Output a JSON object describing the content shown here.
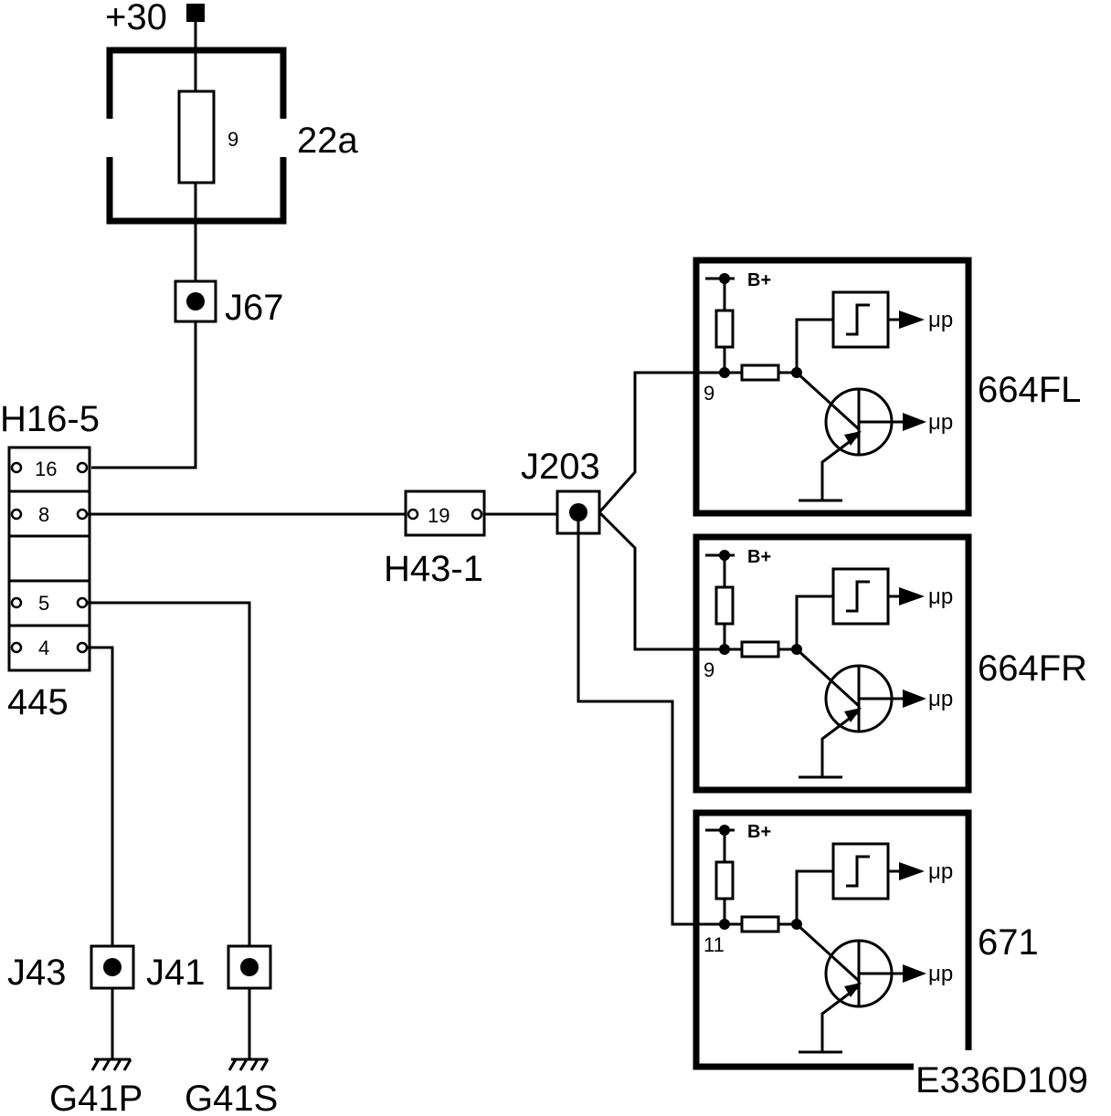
{
  "supply": {
    "label": "+30"
  },
  "fuse": {
    "label": "22a",
    "number": "9"
  },
  "j67": {
    "label": "J67"
  },
  "h16": {
    "label": "H16-5",
    "footer": "445",
    "pins": [
      "16",
      "8",
      "5",
      "4"
    ]
  },
  "h43": {
    "label": "H43-1",
    "pin": "19"
  },
  "j203": {
    "label": "J203"
  },
  "modules": [
    {
      "label": "664FL",
      "pin": "9",
      "bplus": "B+",
      "up1": "μp",
      "up2": "μp"
    },
    {
      "label": "664FR",
      "pin": "9",
      "bplus": "B+",
      "up1": "μp",
      "up2": "μp"
    },
    {
      "label": "671",
      "pin": "11",
      "bplus": "B+",
      "up1": "μp",
      "up2": "μp"
    }
  ],
  "j43": {
    "label": "J43"
  },
  "j41": {
    "label": "J41"
  },
  "grounds": {
    "left": "G41P",
    "right": "G41S"
  },
  "ref": {
    "label": "E336D109"
  }
}
